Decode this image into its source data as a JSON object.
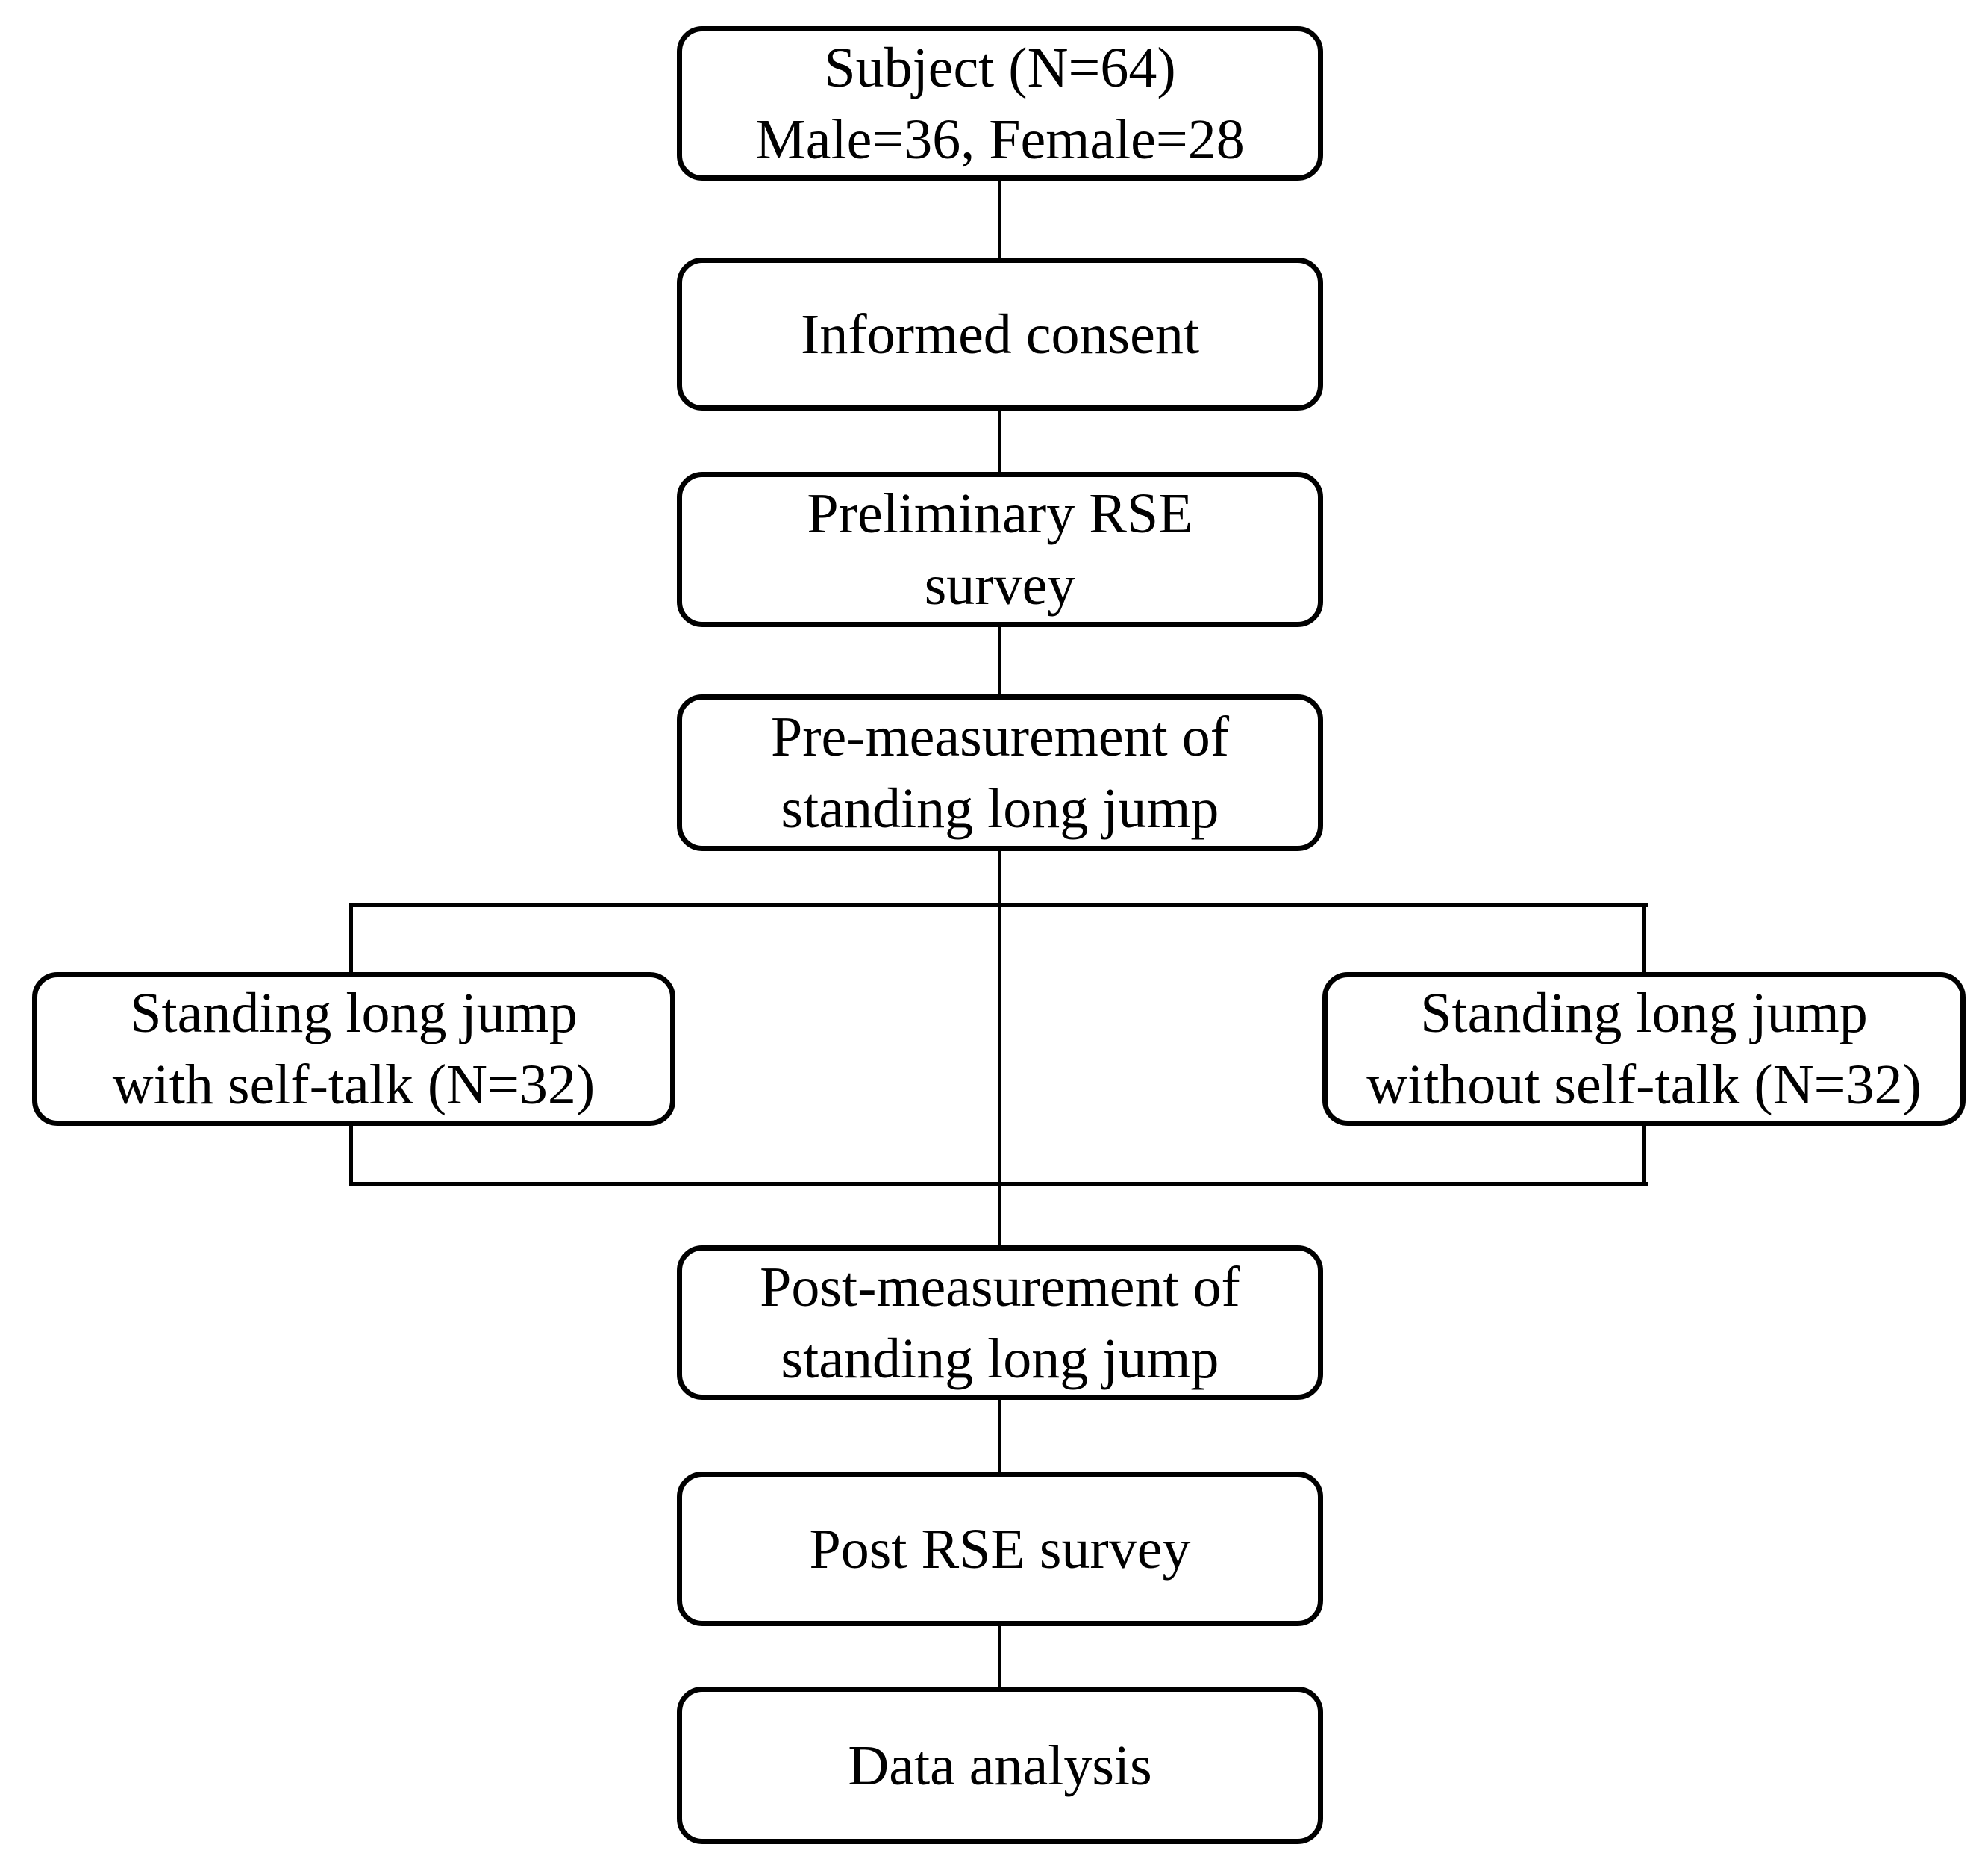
{
  "flowchart": {
    "background_color": "#ffffff",
    "box_fill_color": "#ffffff",
    "box_border_color": "#000000",
    "connector_color": "#000000",
    "text_color": "#000000",
    "nodes": {
      "subject": {
        "lines": [
          "Subject (N=64)",
          "Male=36, Female=28"
        ]
      },
      "informed_consent": {
        "lines": [
          "Informed consent"
        ]
      },
      "preliminary_rse_survey": {
        "lines": [
          "Preliminary RSE",
          "survey"
        ]
      },
      "pre_measurement": {
        "lines": [
          "Pre-measurement of",
          "standing long jump"
        ]
      },
      "self_talk_group": {
        "lines": [
          "Standing long jump",
          "with self-talk (N=32)"
        ]
      },
      "no_self_talk_group": {
        "lines": [
          "Standing long jump",
          "without self-talk (N=32)"
        ]
      },
      "post_measurement": {
        "lines": [
          "Post-measurement of",
          "standing long jump"
        ]
      },
      "post_rse_survey": {
        "lines": [
          "Post RSE survey"
        ]
      },
      "data_analysis": {
        "lines": [
          "Data analysis"
        ]
      }
    },
    "edges": [
      {
        "from": "subject",
        "to": "informed_consent"
      },
      {
        "from": "informed_consent",
        "to": "preliminary_rse_survey"
      },
      {
        "from": "preliminary_rse_survey",
        "to": "pre_measurement"
      },
      {
        "from": "pre_measurement",
        "to": "self_talk_group"
      },
      {
        "from": "pre_measurement",
        "to": "no_self_talk_group"
      },
      {
        "from": "pre_measurement",
        "to": "post_measurement"
      },
      {
        "from": "self_talk_group",
        "to": "post_measurement"
      },
      {
        "from": "no_self_talk_group",
        "to": "post_measurement"
      },
      {
        "from": "post_measurement",
        "to": "post_rse_survey"
      },
      {
        "from": "post_rse_survey",
        "to": "data_analysis"
      }
    ]
  }
}
